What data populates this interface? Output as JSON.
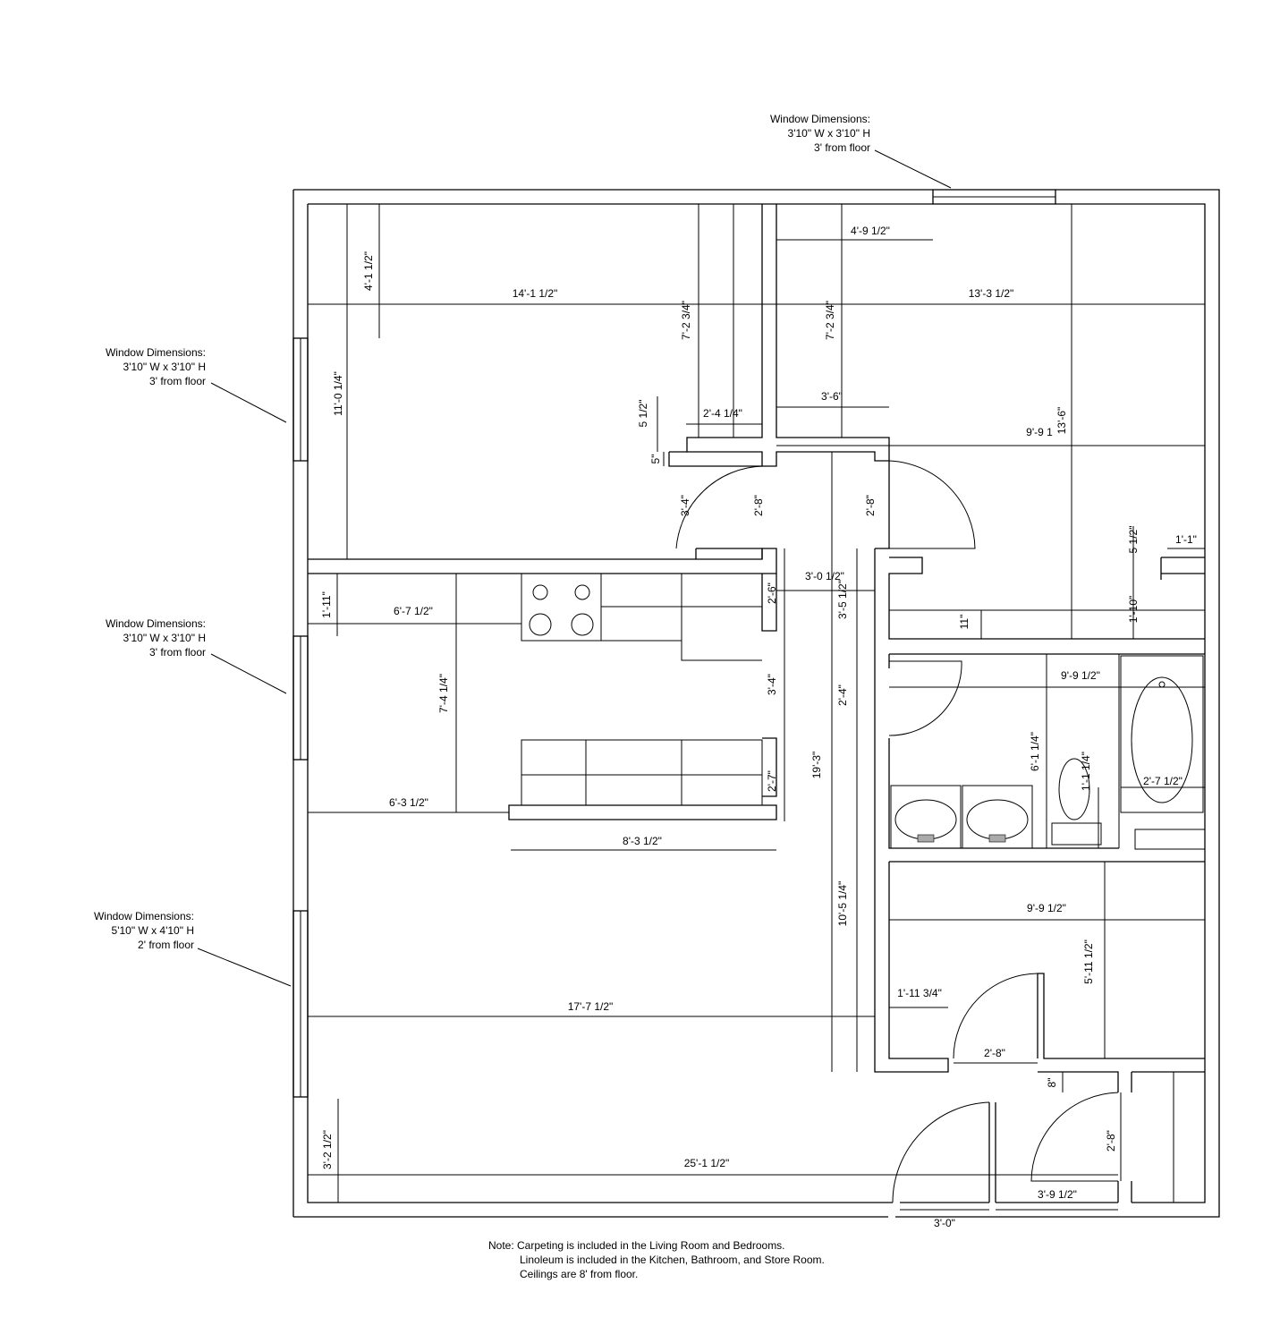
{
  "windows": [
    {
      "title": "Window Dimensions:",
      "size": "3'10\" W x 3'10\" H",
      "height": "3' from floor"
    },
    {
      "title": "Window Dimensions:",
      "size": "3'10\" W x 3'10\" H",
      "height": "3' from floor"
    },
    {
      "title": "Window Dimensions:",
      "size": "3'10\" W x 3'10\" H",
      "height": "3' from floor"
    },
    {
      "title": "Window Dimensions:",
      "size": "5'10\" W x 4'10\" H",
      "height": "2' from floor"
    }
  ],
  "dims": [
    "14'-1 1/2\"",
    "13'-3 1/2\"",
    "4'-9 1/2\"",
    "2'-4 1/4\"",
    "3'-6\"",
    "9'-9 1",
    "1'-1\"",
    "3'-0 1/2\"",
    "6'-7 1/2\"",
    "9'-9 1/2\"",
    "6'-3 1/2\"",
    "8'-3 1/2\"",
    "2'-7 1/2\"",
    "9'-9 1/2\"",
    "1'-11 3/4\"",
    "17'-7 1/2\"",
    "2'-8\"",
    "25'-1 1/2\"",
    "3'-0\"",
    "3'-9 1/2\"",
    "4'-1 1/2\"",
    "7'-2 3/4\"",
    "7'-2 3/4\"",
    "11'-0 1/4\"",
    "5 1/2\"",
    "5\"",
    "3'-4\"",
    "2'-8\"",
    "2'-8\"",
    "13'-6\"",
    "5 1/2\"",
    "1'-10\"",
    "11\"",
    "1'-11\"",
    "2'-6\"",
    "3'-5 1/2\"",
    "7'-4 1/4\"",
    "3'-4\"",
    "2'-4\"",
    "6'-1 1/4\"",
    "1'-1 1/4\"",
    "2'-7\"",
    "19'-3\"",
    "10'-5 1/4\"",
    "5'-11 1/2\"",
    "8\"",
    "2'-8\"",
    "3'-2 1/2\""
  ],
  "note": {
    "line1": "Note: Carpeting is included in the Living Room and Bedrooms.",
    "line2": "Linoleum is included in the Kitchen, Bathroom, and Store Room.",
    "line3": "Ceilings are 8' from floor."
  }
}
